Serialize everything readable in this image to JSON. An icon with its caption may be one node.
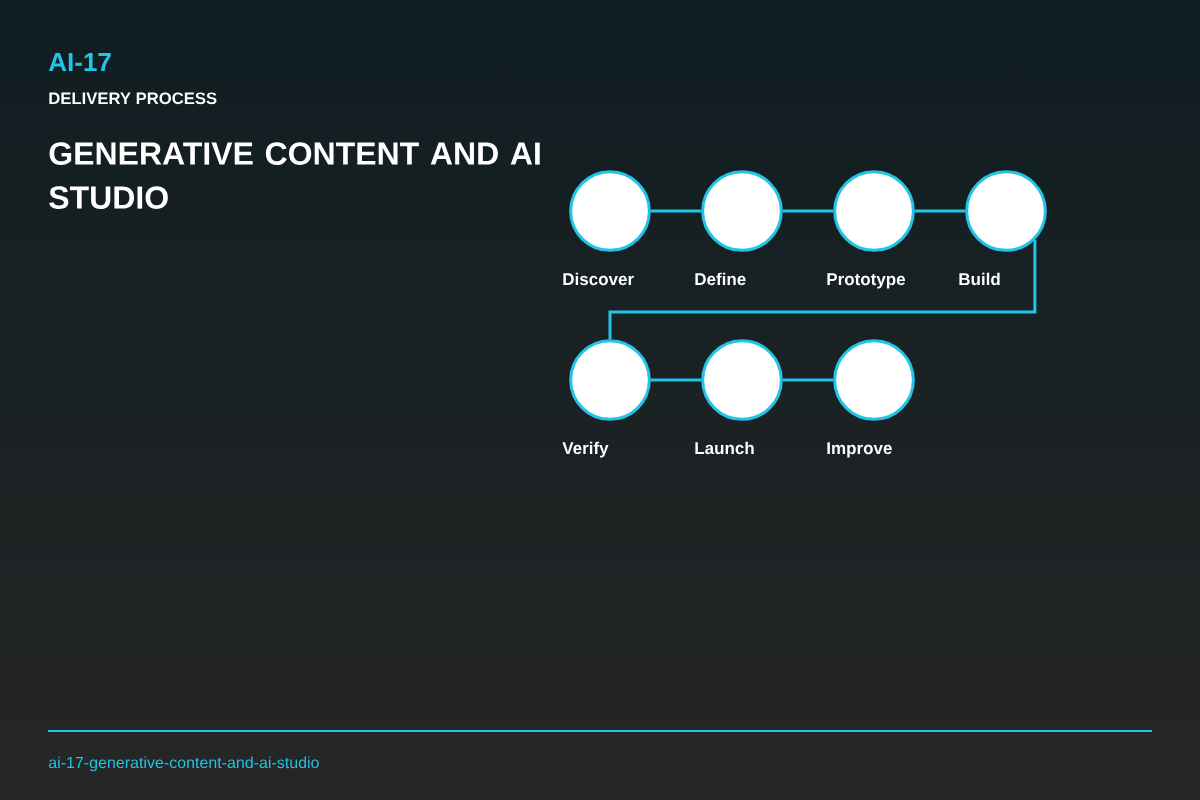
{
  "diagram": {
    "title": "GENERATIVE CONTENT AND AI STUDIO",
    "nodes": [
      {
        "text": [
          "Discover"
        ]
      },
      {
        "text": [
          "Define"
        ]
      },
      {
        "text": [
          "Prototype"
        ]
      },
      {
        "text": [
          "Build"
        ]
      },
      {
        "text": [
          "Verify"
        ]
      },
      {
        "text": [
          "Launch"
        ]
      },
      {
        "text": [
          "Improve"
        ]
      }
    ],
    "edges": [
      {
        "from": 0,
        "to": 1,
        "arrow": "none"
      },
      {
        "from": 1,
        "to": 2,
        "arrow": "none"
      },
      {
        "from": 2,
        "to": 3,
        "arrow": "none"
      },
      {
        "from": 3,
        "to": 4,
        "arrow": "none"
      },
      {
        "from": 4,
        "to": 5,
        "arrow": "none"
      },
      {
        "from": 5,
        "to": 6,
        "arrow": "none"
      }
    ],
    "labels": [
      "AI-17",
      "DELIVERY PROCESS",
      "ai-17-generative-content-and-ai-studio"
    ]
  }
}
